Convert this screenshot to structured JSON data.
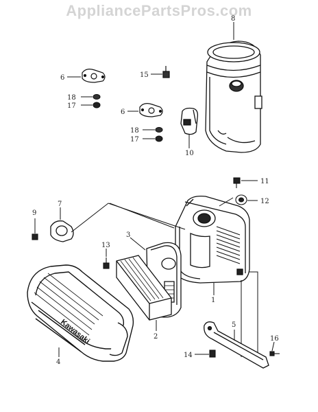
{
  "watermark": "AppliancePartsPros.com",
  "callouts": {
    "c1": "1",
    "c2": "2",
    "c3": "3",
    "c4": "4",
    "c5": "5",
    "c6a": "6",
    "c6b": "6",
    "c7": "7",
    "c8": "8",
    "c9": "9",
    "c10": "10",
    "c11": "11",
    "c12": "12",
    "c13": "13",
    "c14": "14",
    "c15": "15",
    "c16": "16",
    "c17a": "17",
    "c17b": "17",
    "c18a": "18",
    "c18b": "18"
  },
  "cover_brand": "Kawasaki"
}
